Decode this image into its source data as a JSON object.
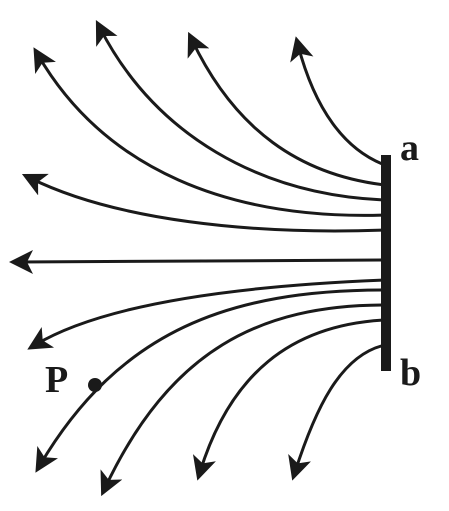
{
  "diagram": {
    "labels": {
      "end_top": "a",
      "end_bottom": "b",
      "point": "P"
    }
  }
}
